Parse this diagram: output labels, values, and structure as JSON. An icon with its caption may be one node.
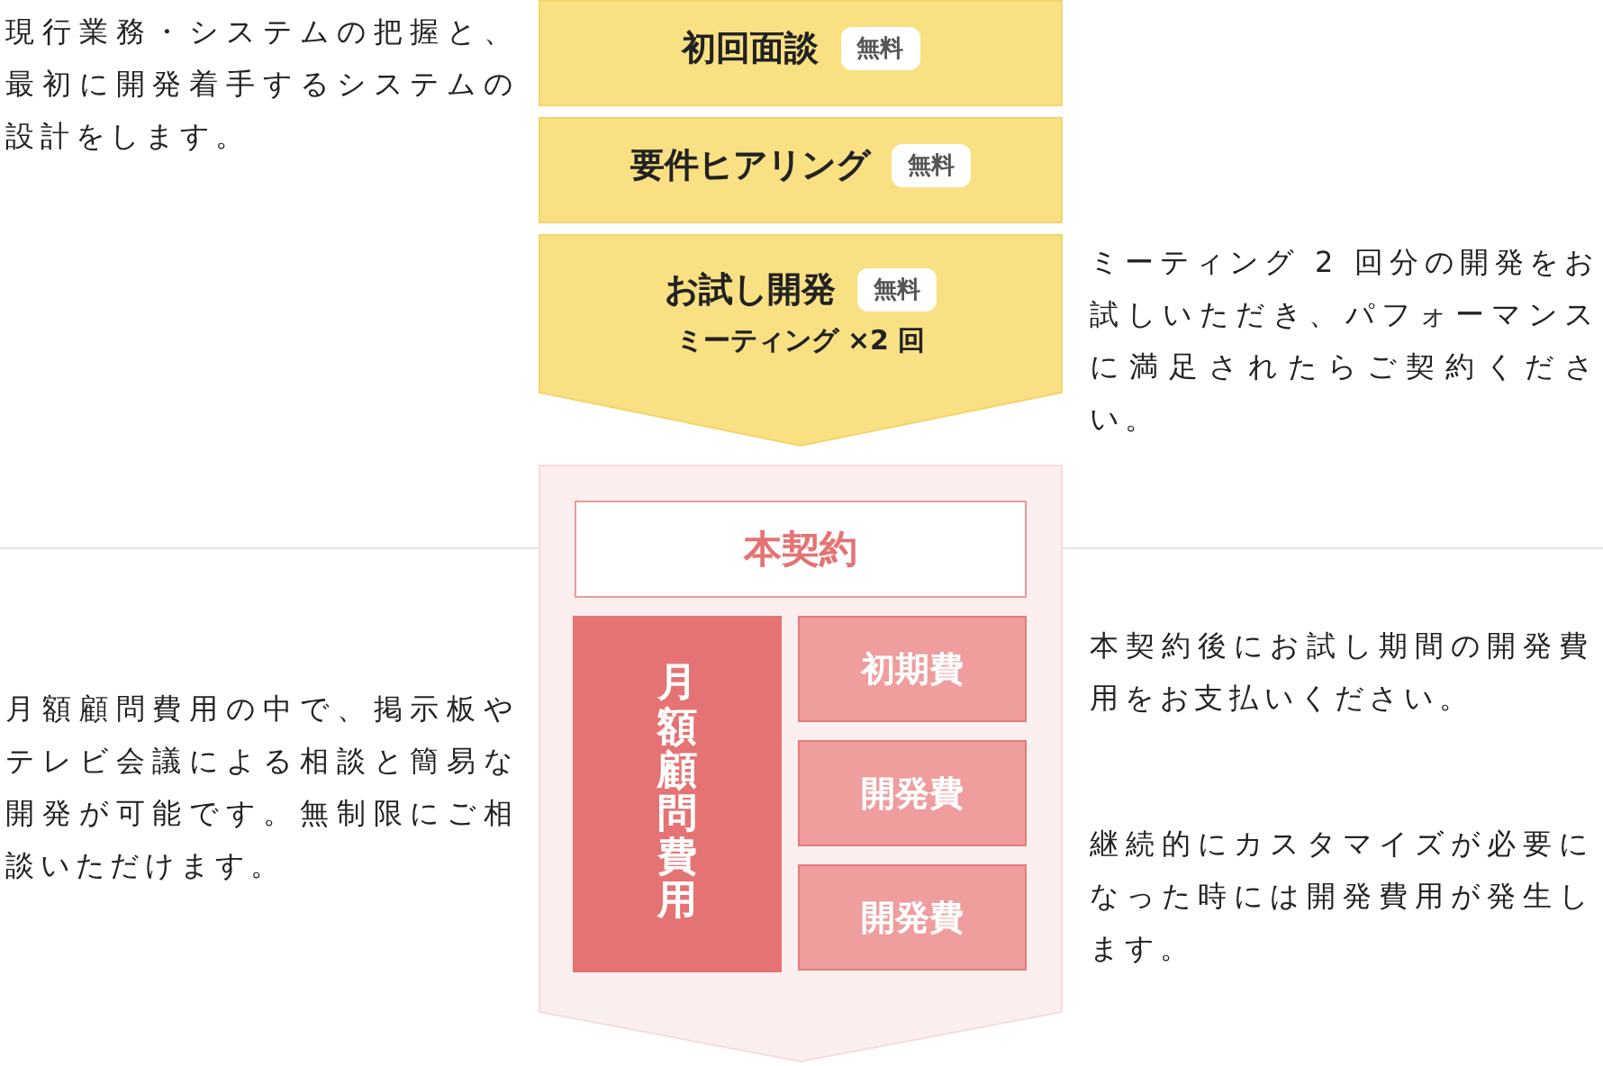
{
  "diagram": {
    "nodes": [
      {
        "text": [
          "初回面談",
          "無料"
        ]
      },
      {
        "text": [
          "要件ヒアリング",
          "無料"
        ]
      },
      {
        "text": [
          "お試し開発",
          "無料",
          "ミーティング ×2 回"
        ]
      },
      {
        "text": [],
        "shape": "box"
      },
      {
        "text": [
          "本契約"
        ],
        "in": 3
      },
      {
        "text": [
          "月額顧問費用"
        ],
        "in": 3
      },
      {
        "text": [
          "初期費"
        ],
        "in": 3
      },
      {
        "text": [
          "開発費"
        ],
        "in": 3
      },
      {
        "text": [
          "開発費"
        ],
        "in": 3
      }
    ],
    "labels": [
      "現行業務・システムの把握と、最初に開発着手するシステムの設計をします。",
      "ミーティング 2 回分の開発をお試しいただき、パフォーマンスに満足されたらご契約ください。",
      "月額顧問費用の中で、掲示板やテレビ会議による相談と簡易な開発が可能です。無制限にご相談いただけます。",
      "本契約後にお試し期間の開発費用をお支払いください。",
      "継続的にカスタマイズが必要になった時には開発費用が発生します。"
    ]
  }
}
